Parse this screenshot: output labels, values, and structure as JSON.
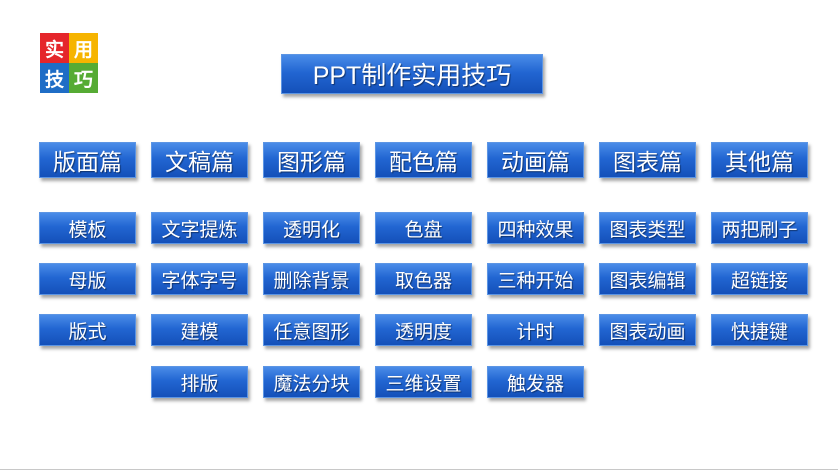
{
  "logo": {
    "chars": [
      "实",
      "用",
      "技",
      "巧"
    ],
    "colors": [
      "#e5262b",
      "#f6b400",
      "#1f6dc6",
      "#56ab34"
    ]
  },
  "title": "PPT制作实用技巧",
  "theme": {
    "button_top": "#4a8ce8",
    "button_bottom": "#1450b9",
    "button_text": "#ffffff"
  },
  "categories": [
    "版面篇",
    "文稿篇",
    "图形篇",
    "配色篇",
    "动画篇",
    "图表篇",
    "其他篇"
  ],
  "rows": [
    [
      "模板",
      "文字提炼",
      "透明化",
      "色盘",
      "四种效果",
      "图表类型",
      "两把刷子"
    ],
    [
      "母版",
      "字体字号",
      "删除背景",
      "取色器",
      "三种开始",
      "图表编辑",
      "超链接"
    ],
    [
      "版式",
      "建模",
      "任意图形",
      "透明度",
      "计时",
      "图表动画",
      "快捷键"
    ],
    [
      "排版",
      "魔法分块",
      "三维设置",
      "触发器"
    ]
  ]
}
